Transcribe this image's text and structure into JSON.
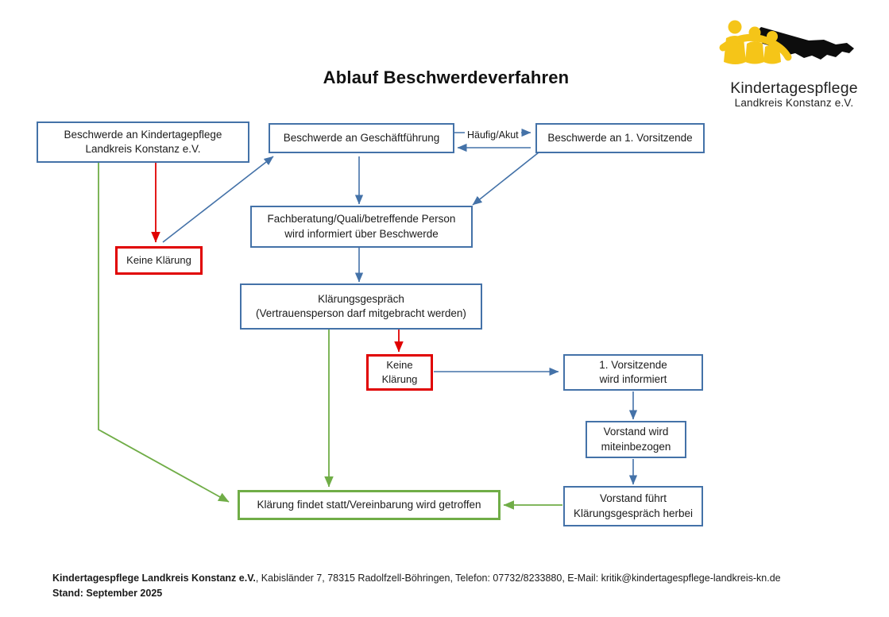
{
  "page": {
    "title": "Ablauf Beschwerdeverfahren"
  },
  "logo": {
    "mark_name": "kindertagespflege-logo",
    "line1": "Kindertagespflege",
    "line2": "Landkreis  Konstanz e.V.",
    "yellow": "#F5C518",
    "black": "#0d0d0d"
  },
  "colors": {
    "blue": "#4472A8",
    "red": "#E00000",
    "green": "#70AD47",
    "arrow_blue": "#4472A8",
    "arrow_red": "#E00000",
    "arrow_green": "#70AD47"
  },
  "flow": {
    "nodes": [
      {
        "id": "beschwerde-kindertagespflege",
        "type": "blue",
        "lines": [
          "Beschwerde an Kindertagepflege",
          "Landkreis Konstanz e.V."
        ]
      },
      {
        "id": "beschwerde-geschaeftsfuehrung",
        "type": "blue",
        "lines": [
          "Beschwerde an Geschäftführung"
        ]
      },
      {
        "id": "beschwerde-vorsitzende",
        "type": "blue",
        "lines": [
          "Beschwerde an 1. Vorsitzende"
        ]
      },
      {
        "id": "keine-klaerung-1",
        "type": "red",
        "lines": [
          "Keine Klärung"
        ]
      },
      {
        "id": "fachberatung",
        "type": "blue",
        "lines": [
          "Fachberatung/Quali/betreffende Person",
          "wird informiert über Beschwerde"
        ]
      },
      {
        "id": "klaerungsgespraech",
        "type": "blue",
        "lines": [
          "Klärungsgespräch",
          "(Vertrauensperson darf mitgebracht werden)"
        ]
      },
      {
        "id": "keine-klaerung-2",
        "type": "red",
        "lines": [
          "Keine",
          "Klärung"
        ]
      },
      {
        "id": "vorsitzende-informiert",
        "type": "blue",
        "lines": [
          "1. Vorsitzende",
          "wird informiert"
        ]
      },
      {
        "id": "vorstand-miteinbezogen",
        "type": "blue",
        "lines": [
          "Vorstand wird",
          "miteinbezogen"
        ]
      },
      {
        "id": "vorstand-fuehrt",
        "type": "blue",
        "lines": [
          "Vorstand führt",
          "Klärungsgespräch herbei"
        ]
      },
      {
        "id": "klaerung-findet-statt",
        "type": "green",
        "lines": [
          "Klärung findet statt/Vereinbarung wird getroffen"
        ]
      }
    ],
    "edge_labels": {
      "haeufig_akut": "Häufig/Akut"
    }
  },
  "footer": {
    "line1_bold": "Kindertagespflege Landkreis Konstanz e.V.",
    "line1_rest": ", Kabisländer 7, 78315 Radolfzell-Böhringen, Telefon: 07732/8233880, E-Mail: kritik@kindertagespflege-landkreis-kn.de",
    "line2": "Stand: September 2025"
  }
}
